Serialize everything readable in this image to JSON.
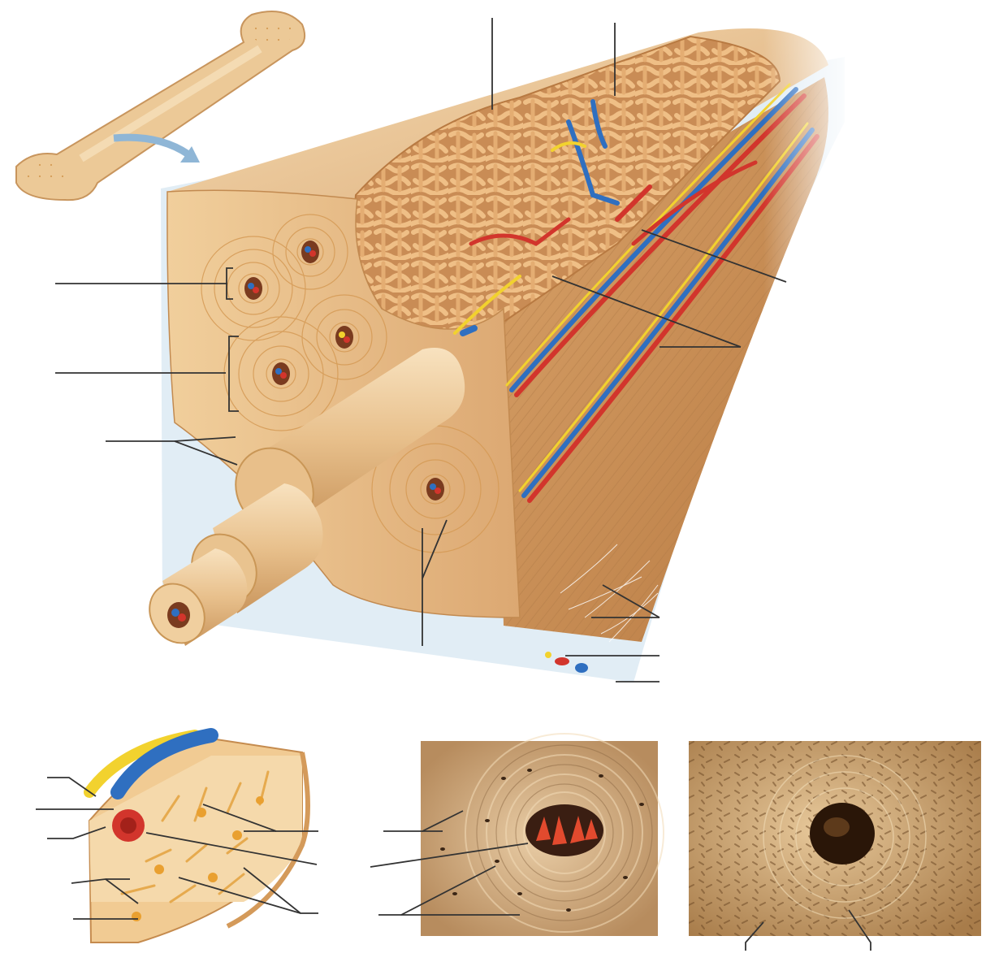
{
  "figure": {
    "panels": [
      {
        "id": "panel-main",
        "subject": "compact-and-spongy-bone-cutaway"
      },
      {
        "id": "panel-osteon-drawing",
        "subject": "osteon-detail"
      },
      {
        "id": "panel-osteon-sem",
        "subject": "osteon-micrograph"
      },
      {
        "id": "panel-osteon-lm",
        "subject": "osteon-light-micrograph"
      }
    ],
    "leader_lines": {
      "count_main": 14,
      "count_detail": 8,
      "count_micrographs": 5,
      "labels_printed": false
    },
    "colors": {
      "bone_light": "#f2d3a4",
      "bone_mid": "#e2b07a",
      "bone_dark": "#c88a50",
      "spongy": "#d89a62",
      "artery": "#d2352c",
      "vein": "#2f6fc0",
      "nerve": "#f2d22e",
      "periosteum": "#cfe0ee",
      "leader_line": "#333333",
      "arrow": "#8fb6d6"
    }
  }
}
